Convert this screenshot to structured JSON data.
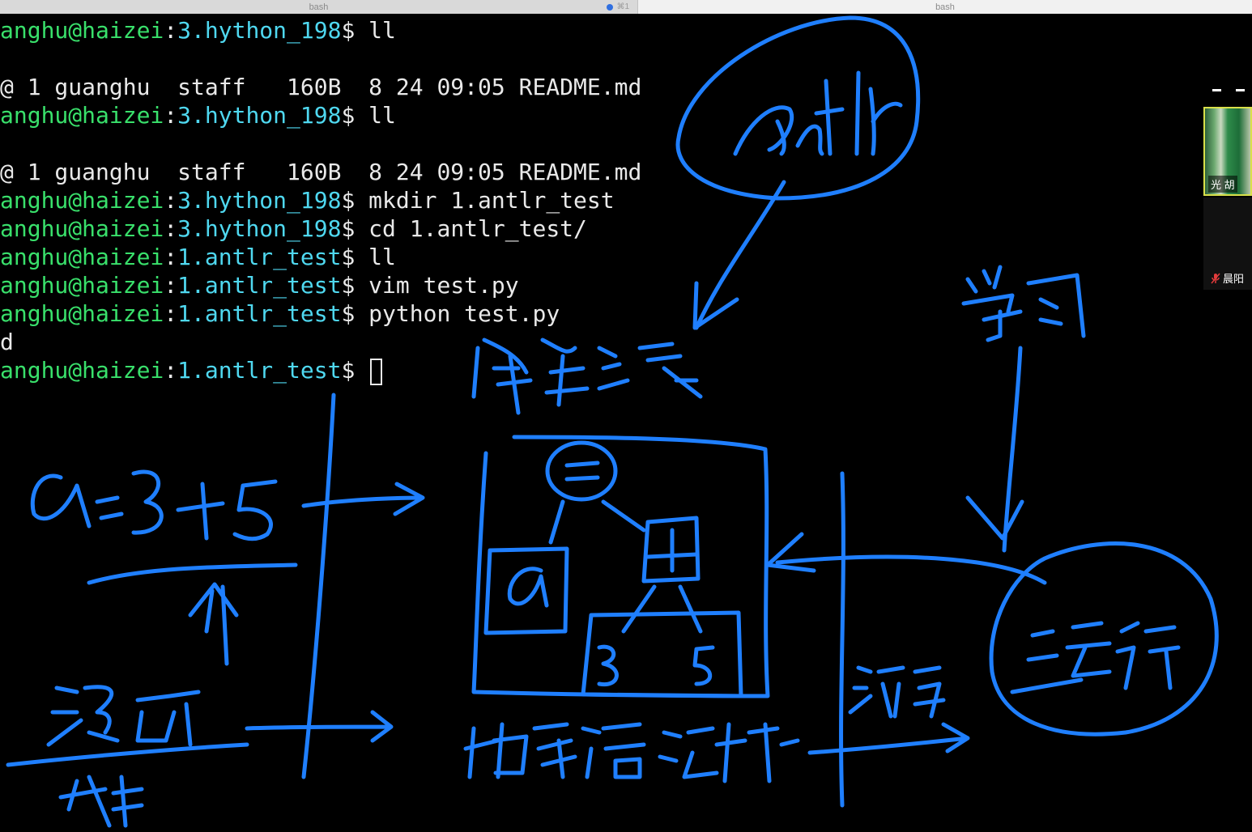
{
  "tabs": [
    {
      "label": "bash",
      "indicator": "⌘1",
      "active": true
    },
    {
      "label": "bash",
      "active": false
    }
  ],
  "terminal": {
    "prompts": [
      {
        "user": "anghu@haizei",
        "path": "3.hython_198",
        "sign": "$",
        "cmd": " ll"
      },
      {
        "user": "anghu@haizei",
        "path": "3.hython_198",
        "sign": "$",
        "cmd": " ll"
      },
      {
        "user": "anghu@haizei",
        "path": "3.hython_198",
        "sign": "$",
        "cmd": " mkdir 1.antlr_test"
      },
      {
        "user": "anghu@haizei",
        "path": "3.hython_198",
        "sign": "$",
        "cmd": " cd 1.antlr_test/"
      },
      {
        "user": "anghu@haizei",
        "path": "1.antlr_test",
        "sign": "$",
        "cmd": " ll"
      },
      {
        "user": "anghu@haizei",
        "path": "1.antlr_test",
        "sign": "$",
        "cmd": " vim test.py"
      },
      {
        "user": "anghu@haizei",
        "path": "1.antlr_test",
        "sign": "$",
        "cmd": " python test.py"
      },
      {
        "user": "anghu@haizei",
        "path": "1.antlr_test",
        "sign": "$",
        "cmd": " "
      }
    ],
    "outputs": [
      "@ 1 guanghu  staff   160B  8 24 09:05 README.md",
      "@ 1 guanghu  staff   160B  8 24 09:05 README.md",
      "d"
    ]
  },
  "video": {
    "participant1": "光 胡",
    "participant2": "晨阳"
  },
  "ink_color": "#1f7fff"
}
